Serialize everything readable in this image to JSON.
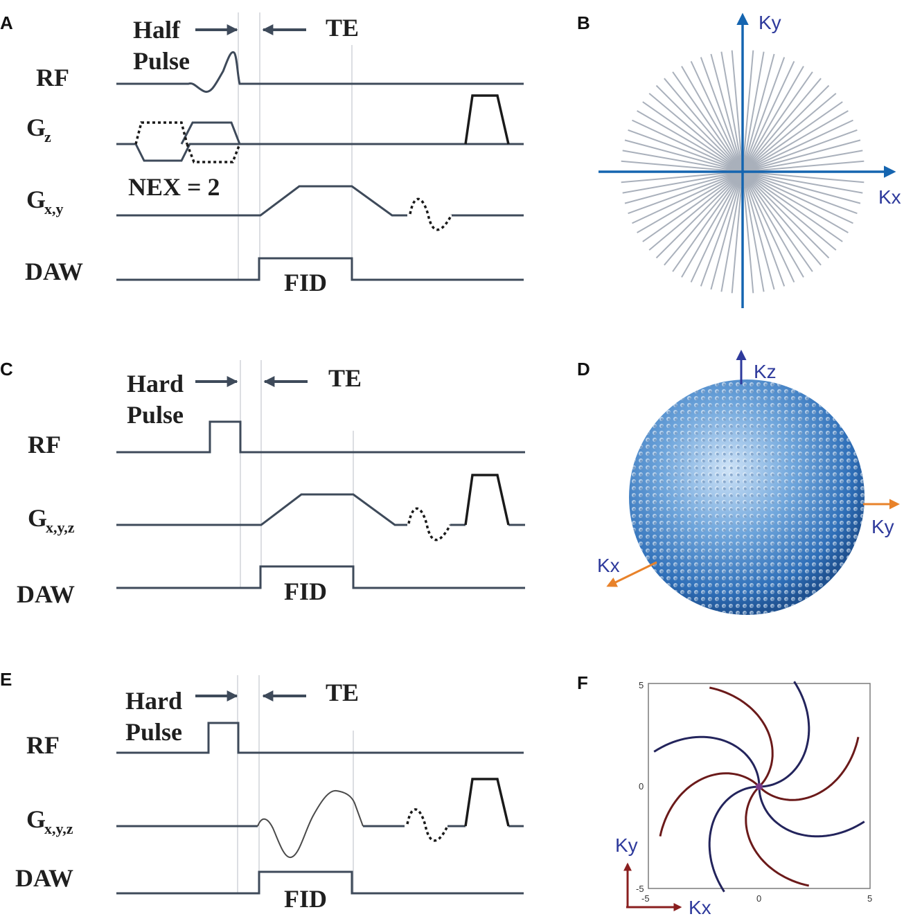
{
  "panels": {
    "A": {
      "letter": "A",
      "top_left": "Half",
      "top_left2": "Pulse",
      "te": "TE",
      "rows": {
        "rf": "RF",
        "gz": "G",
        "gz_sub": "z",
        "gxy": "G",
        "gxy_sub": "x,y",
        "daw": "DAW"
      },
      "nex": "NEX = 2",
      "fid": "FID"
    },
    "B": {
      "letter": "B",
      "ky": "Ky",
      "kx": "Kx"
    },
    "C": {
      "letter": "C",
      "top_left": "Hard",
      "top_left2": "Pulse",
      "te": "TE",
      "rows": {
        "rf": "RF",
        "gxyz": "G",
        "gxyz_sub": "x,y,z",
        "daw": "DAW"
      },
      "fid": "FID"
    },
    "D": {
      "letter": "D",
      "kz": "Kz",
      "ky": "Ky",
      "kx": "Kx"
    },
    "E": {
      "letter": "E",
      "top_left": "Hard",
      "top_left2": "Pulse",
      "te": "TE",
      "rows": {
        "rf": "RF",
        "gxyz": "G",
        "gxyz_sub": "x,y,z",
        "daw": "DAW"
      },
      "fid": "FID"
    },
    "F": {
      "letter": "F",
      "ky": "Ky",
      "kx": "Kx",
      "ticks": {
        "x_min": "-5",
        "x_zero": "0",
        "x_max": "5",
        "y_max": "5",
        "y_zero": "0",
        "y_min": "-5"
      }
    }
  },
  "colors": {
    "waveform": "#3e4a5a",
    "axis_blue": "#1565b0",
    "radial_spokes": "#a9b0bb",
    "axis_label": "#2e3a9c",
    "arrow_orange": "#e8822a",
    "sphere": "#3a7cc8",
    "spiral_blue": "#23245c",
    "spiral_red": "#6b1a1a"
  }
}
